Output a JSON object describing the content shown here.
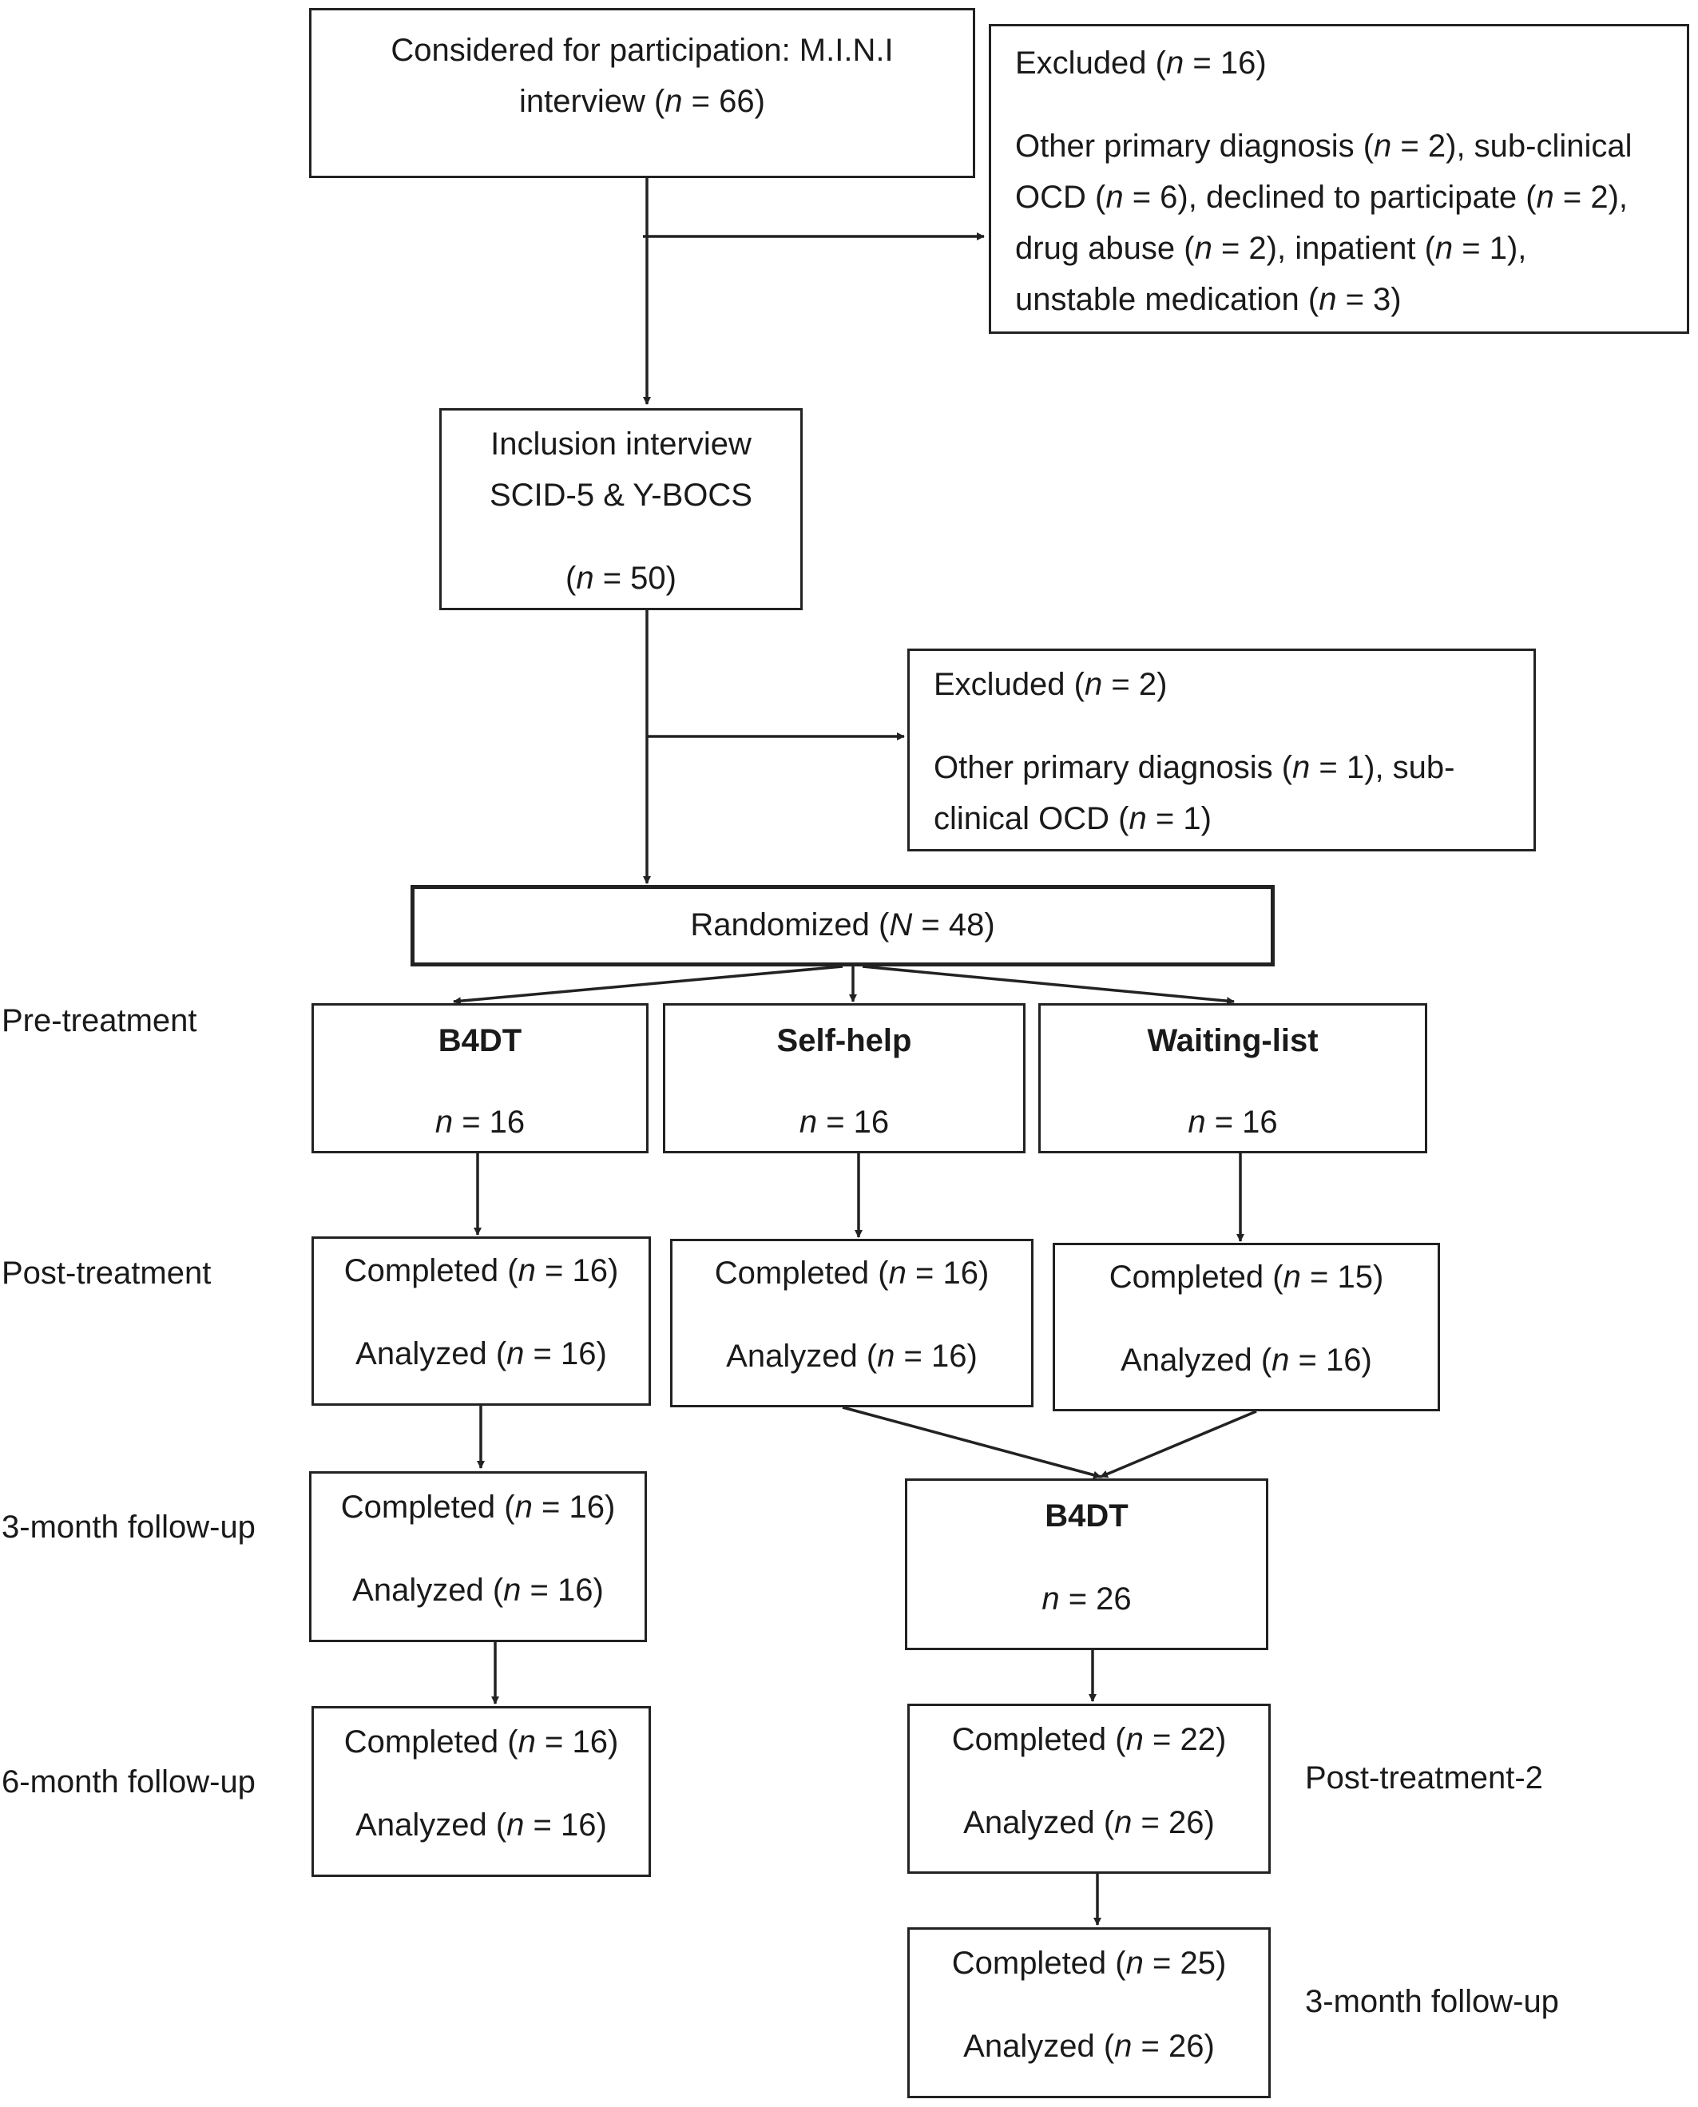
{
  "boxes": {
    "considered": {
      "line1": "Considered for participation: M.I.N.I",
      "line2_pre": "interview (",
      "n_var": "n",
      "line2_post": " = 66)"
    },
    "excluded1": {
      "title_pre": "Excluded (",
      "n_var": "n",
      "title_post": " = 16)",
      "l1_a": "Other primary diagnosis (",
      "l1_b": " = 2), sub-clinical",
      "l2_a": "OCD (",
      "l2_b": " = 6), declined to participate (",
      "l2_c": " = 2),",
      "l3_a": "drug abuse (",
      "l3_b": " = 2), inpatient (",
      "l3_c": " = 1),",
      "l4_a": "unstable medication (",
      "l4_b": " = 3)"
    },
    "inclusion": {
      "line1": "Inclusion interview",
      "line2": "SCID-5 & Y-BOCS",
      "n_pre": "(",
      "n_var": "n",
      "n_post": " = 50)"
    },
    "excluded2": {
      "title_pre": "Excluded (",
      "n_var": "n",
      "title_post": " = 2)",
      "l1_a": "Other primary diagnosis (",
      "l1_b": " = 1), sub-",
      "l2_a": "clinical OCD (",
      "l2_b": " = 1)"
    },
    "randomized": {
      "pre": "Randomized (",
      "var": "N",
      "post": " = 48)"
    },
    "b4dt": {
      "title": "B4DT",
      "n_var": "n",
      "n_post": " = 16"
    },
    "selfhelp": {
      "title": "Self-help",
      "n_var": "n",
      "n_post": " = 16"
    },
    "waitlist": {
      "title": "Waiting-list",
      "n_var": "n",
      "n_post": " = 16"
    },
    "b4dt_post": {
      "c_pre": "Completed (",
      "c_post": " = 16)",
      "a_pre": "Analyzed (",
      "a_post": " = 16)"
    },
    "self_post": {
      "c_pre": "Completed (",
      "c_post": " = 16)",
      "a_pre": "Analyzed (",
      "a_post": " = 16)"
    },
    "wait_post": {
      "c_pre": "Completed (",
      "c_post": " = 15)",
      "a_pre": "Analyzed (",
      "a_post": " = 16)"
    },
    "b4dt_3m": {
      "c_pre": "Completed (",
      "c_post": " = 16)",
      "a_pre": "Analyzed (",
      "a_post": " = 16)"
    },
    "b4dt_6m": {
      "c_pre": "Completed (",
      "c_post": " = 16)",
      "a_pre": "Analyzed (",
      "a_post": " = 16)"
    },
    "b4dt2": {
      "title": "B4DT",
      "n_var": "n",
      "n_post": " = 26"
    },
    "post2": {
      "c_pre": "Completed (",
      "c_post": " = 22)",
      "a_pre": "Analyzed (",
      "a_post": " = 26)"
    },
    "fu2": {
      "c_pre": "Completed (",
      "c_post": " = 25)",
      "a_pre": "Analyzed (",
      "a_post": " = 26)"
    }
  },
  "labels": {
    "pre_treatment": "Pre-treatment",
    "post_treatment": "Post-treatment",
    "followup_3m": "3-month follow-up",
    "followup_6m": "6-month follow-up",
    "post_treatment_2": "Post-treatment-2",
    "followup_3m_2": "3-month follow-up"
  },
  "n_symbol": "n"
}
